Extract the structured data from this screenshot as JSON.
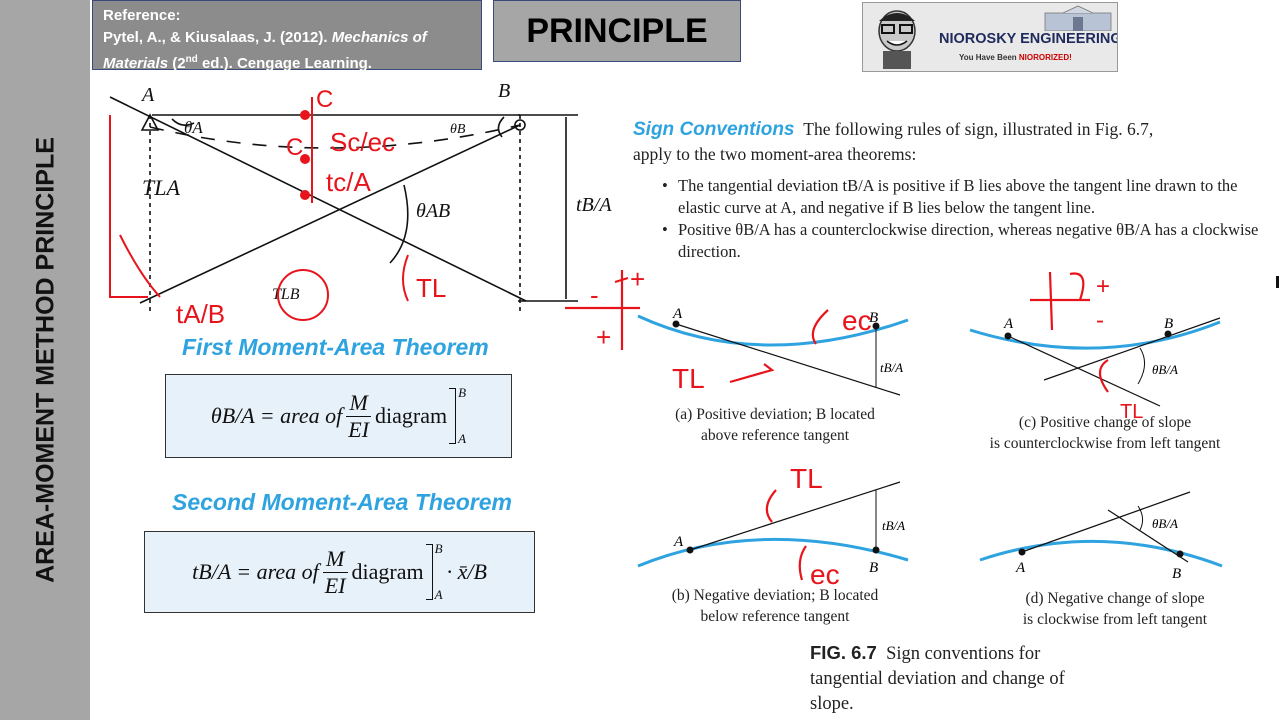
{
  "sidebar": {
    "title": "AREA-MOMENT METHOD PRINCIPLE"
  },
  "reference": {
    "label": "Reference:",
    "line1": "Pytel, A., & Kiusalaas, J. (2012). ",
    "line1_italic": "Mechanics of",
    "line2_italic": "Materials",
    "line2": " (2nd ed.). Cengage Learning."
  },
  "header": {
    "title": "PRINCIPLE"
  },
  "logo": {
    "name": "NIOROSKY ENGINEERING ONLINE",
    "tagline_prefix": "You Have Been ",
    "tagline_emphasis": "NIORORIZED!"
  },
  "sketch": {
    "labels": [
      "A",
      "B",
      "C",
      "C",
      "θA",
      "θB",
      "Sc/ec",
      "tc/A",
      "TLA",
      "θAB",
      "tB/A",
      "TLB",
      "TL",
      "tA/B"
    ]
  },
  "theorem1": {
    "heading": "First Moment-Area Theorem",
    "lhs": "θB/A = area of",
    "num": "M",
    "den": "EI",
    "rhs": "diagram",
    "upper": "B",
    "lower": "A"
  },
  "theorem2": {
    "heading": "Second Moment-Area Theorem",
    "lhs": "tB/A = area of",
    "num": "M",
    "den": "EI",
    "rhs": "diagram",
    "upper": "B",
    "lower": "A",
    "tail": "· x̄/B"
  },
  "sign_conventions": {
    "title": "Sign Conventions",
    "intro": "The following rules of sign, illustrated in Fig. 6.7,",
    "intro2": "apply to the two moment-area theorems:",
    "bullet1": "The tangential deviation tB/A is positive if B lies above the tangent line drawn to the elastic curve at A, and negative if B lies below the tangent line.",
    "bullet2": "Positive θB/A has a counterclockwise direction, whereas negative θB/A has a clockwise direction."
  },
  "figures": {
    "a": {
      "line1": "(a) Positive deviation; B located",
      "line2": "above reference tangent",
      "label_a": "A",
      "label_b": "B",
      "label_t": "tB/A"
    },
    "b": {
      "line1": "(b) Negative deviation; B located",
      "line2": "below reference tangent",
      "label_a": "A",
      "label_b": "B",
      "label_t": "tB/A"
    },
    "c": {
      "line1": "(c) Positive change of slope",
      "line2": "is counterclockwise from left tangent",
      "label_a": "A",
      "label_b": "B",
      "label_t": "θB/A"
    },
    "d": {
      "line1": "(d) Negative change of slope",
      "line2": "is clockwise from left tangent",
      "label_a": "A",
      "label_b": "B",
      "label_t": "θB/A"
    }
  },
  "fig_caption": {
    "label": "FIG. 6.7",
    "line1": "Sign conventions for",
    "line2": "tangential deviation and change of",
    "line3": "slope."
  },
  "annotations": [
    "ec",
    "TL",
    "TL",
    "ec",
    "TL",
    "+",
    "-",
    "+",
    "-"
  ],
  "colors": {
    "sidebar": "#a6a6a6",
    "blue_heading": "#2ea3e0",
    "ink_red": "#e8141c",
    "curve_blue": "#2ea3e0",
    "eq_fill": "#e7f1f9"
  }
}
